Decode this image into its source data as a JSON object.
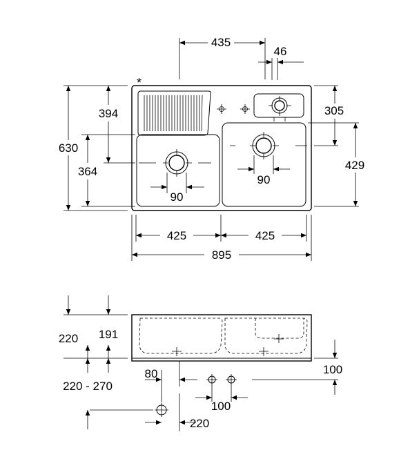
{
  "labels": {
    "top_435": "435",
    "top_46": "46",
    "left_630": "630",
    "left_394": "394",
    "left_364": "364",
    "right_305": "305",
    "right_429": "429",
    "drain_left_90": "90",
    "drain_right_90": "90",
    "bottom_425_left": "425",
    "bottom_425_right": "425",
    "bottom_895": "895",
    "asterisk": "*",
    "side_220": "220",
    "side_191": "191",
    "side_220_270": "220 - 270",
    "side_80": "80",
    "side_100_right": "100",
    "side_100_bottom": "100",
    "side_220_bottom": "220"
  }
}
